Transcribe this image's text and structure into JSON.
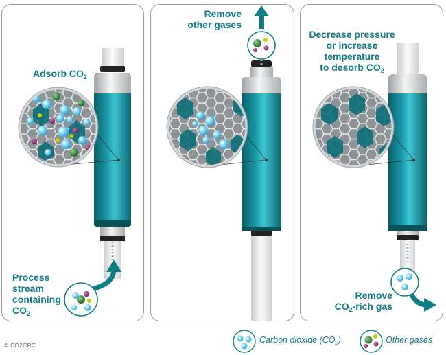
{
  "panels": [
    {
      "label_main": "Adsorb CO",
      "label_sub": "2",
      "bottom_label": {
        "line1": "Process",
        "line2": "stream",
        "line3": "containing",
        "line4": "CO",
        "line4_sub": "2"
      }
    },
    {
      "label_line1": "Remove",
      "label_line2": "other gases"
    },
    {
      "label_line1": "Decrease pressure",
      "label_line2": "or increase",
      "label_line3": "temperature",
      "label_line4": "to desorb CO",
      "label_line4_sub": "2",
      "bottom_label": {
        "line1": "Remove",
        "line2_pre": "CO",
        "line2_sub": "2",
        "line2_post": "-rich gas"
      }
    }
  ],
  "legend": {
    "co2_text": "Carbon dioxide (CO",
    "co2_sub": "2",
    "co2_close": ")",
    "other_text": "Other gases"
  },
  "copyright": "© CO2CRC",
  "colors": {
    "teal": "#0f7e86",
    "column_dark": "#0c6f78",
    "column_light": "#27b6c4",
    "co2_molecule": "#7fd4f0",
    "other_green": "#2e7d32",
    "other_purple": "#8e1e6e",
    "other_yellow": "#c8d400"
  },
  "icons": {
    "arrow": "curved-arrow-icon",
    "co2": "co2-molecule-icon",
    "other": "other-gas-molecule-icon"
  }
}
